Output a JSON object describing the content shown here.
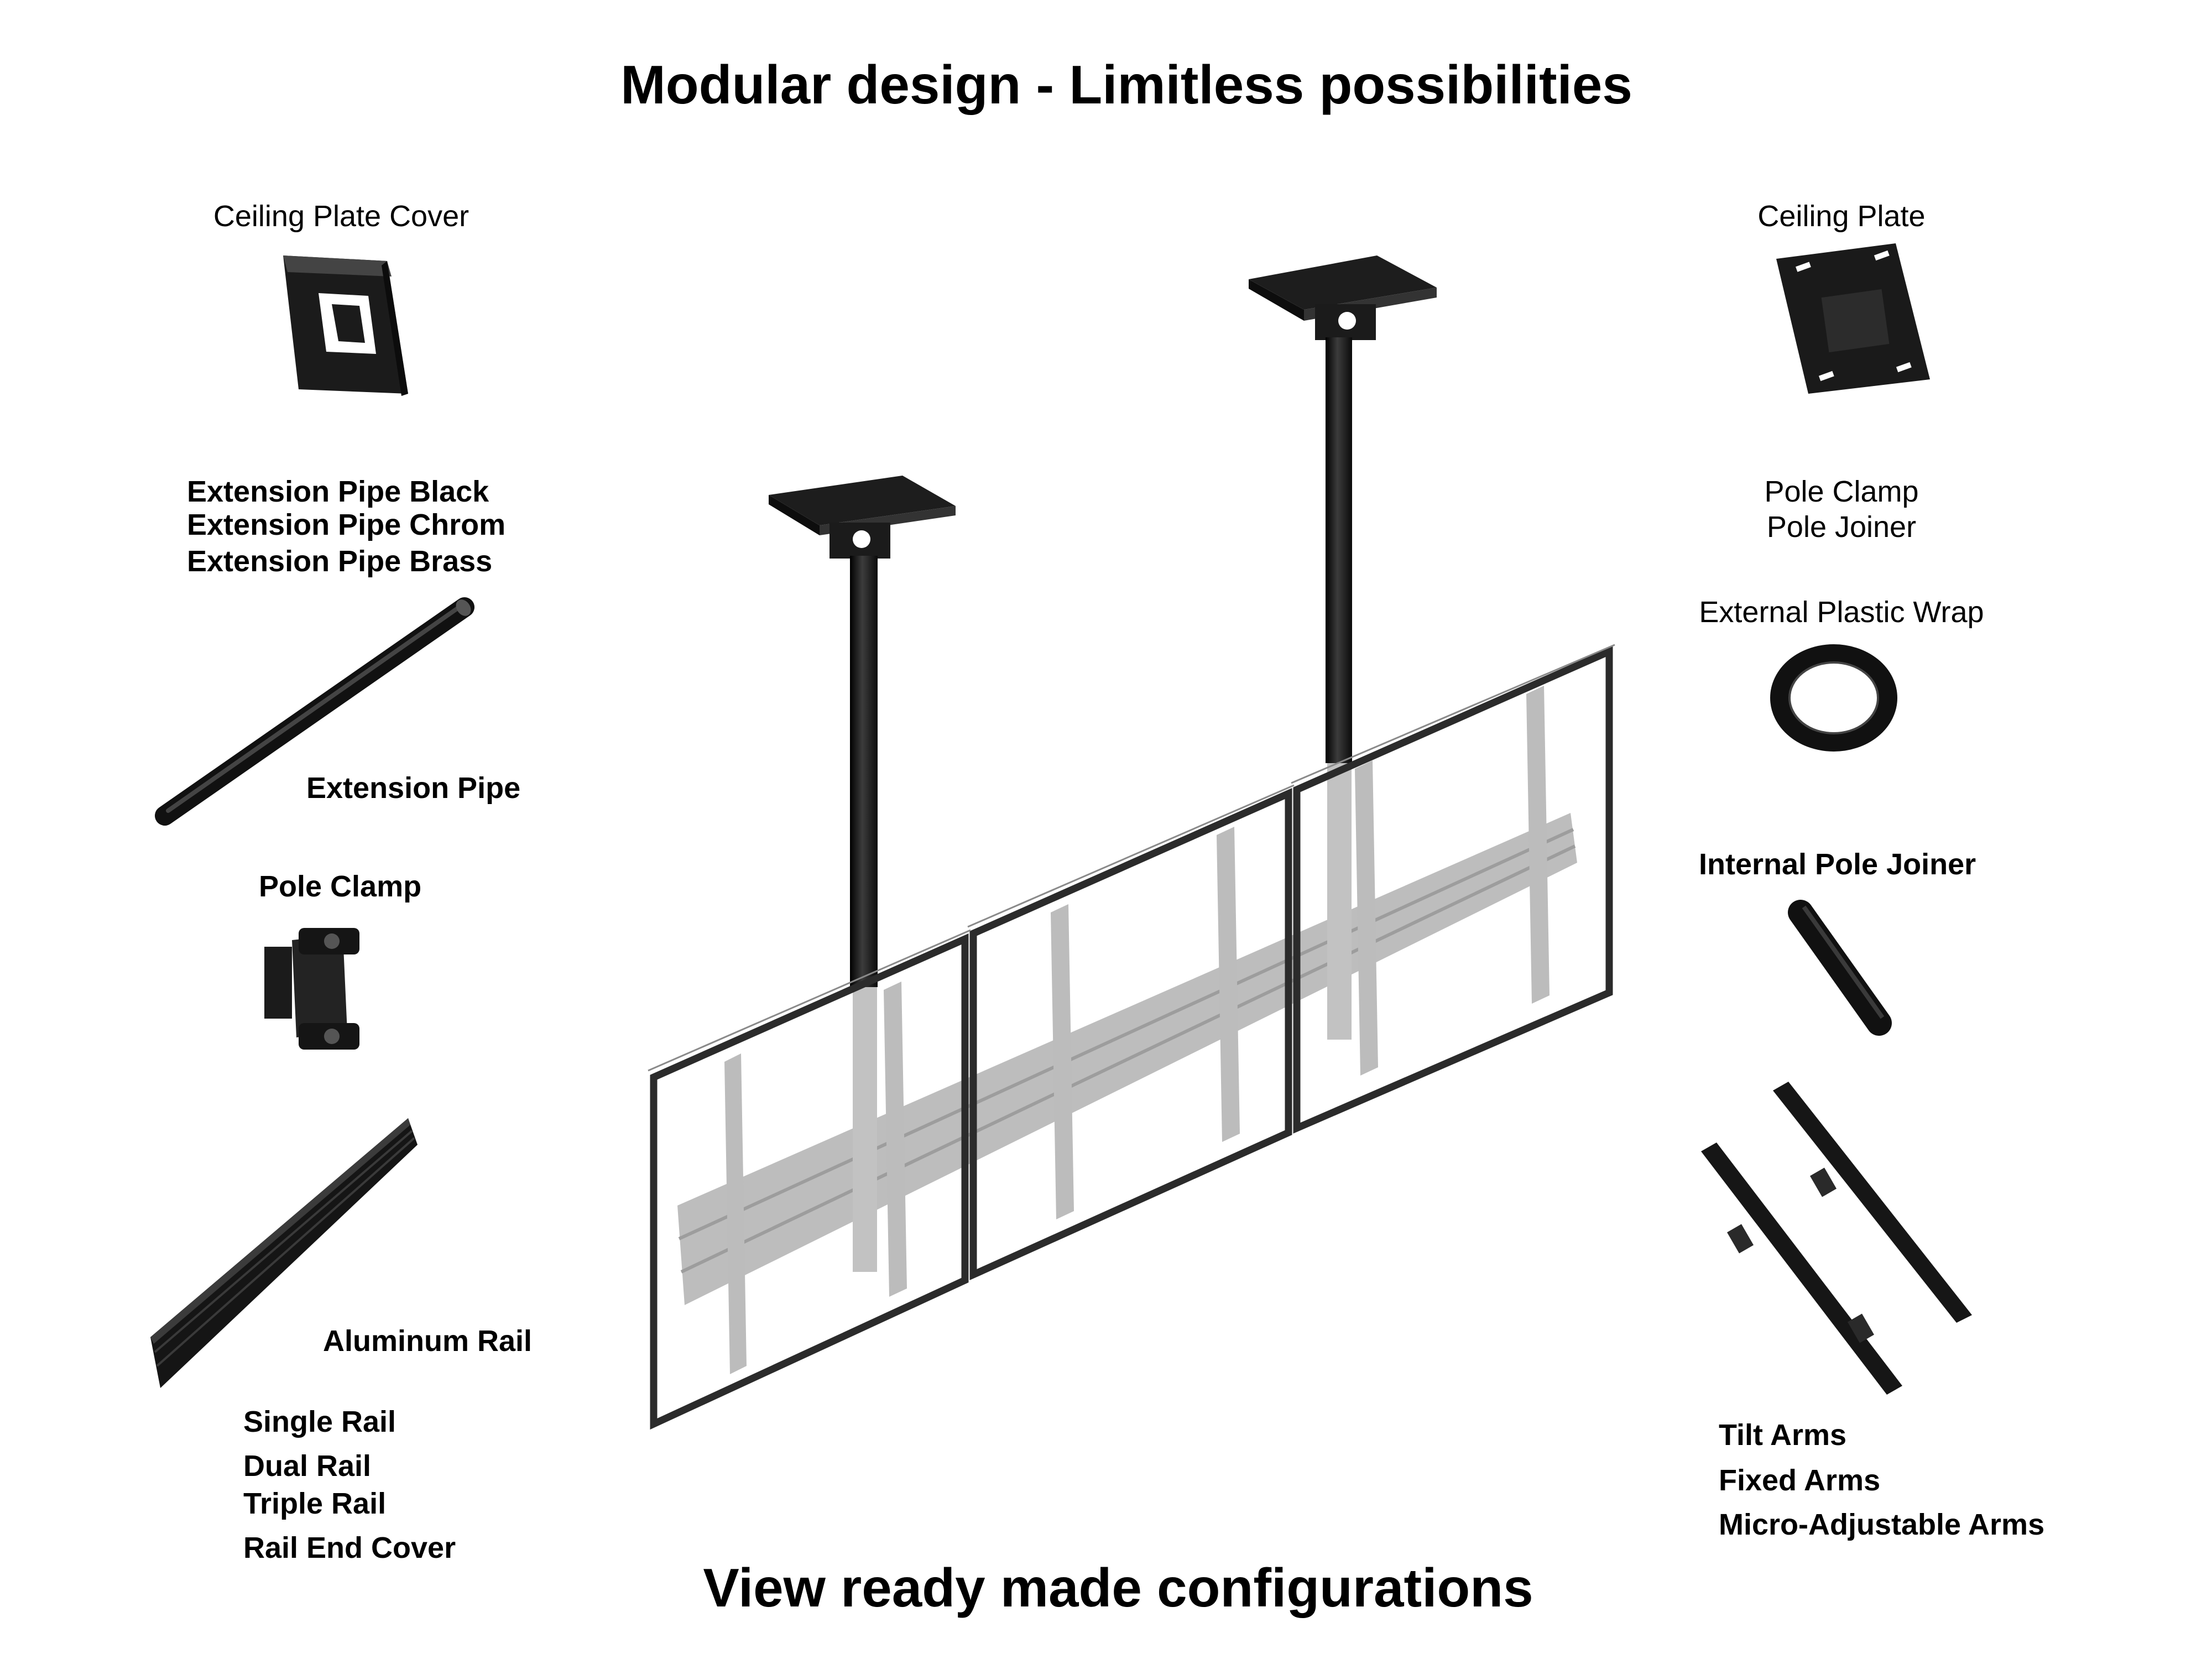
{
  "header": {
    "title": "Modular design - Limitless possibilities"
  },
  "left_parts": {
    "ceiling_plate_cover": "Ceiling Plate Cover",
    "extension_pipe_black": "Extension Pipe Black",
    "extension_pipe_chrom": "Extension Pipe Chrom",
    "extension_pipe_brass": "Extension Pipe Brass",
    "extension_pipe": "Extension Pipe",
    "pole_clamp": "Pole Clamp",
    "aluminum_rail": "Aluminum Rail",
    "single_rail": "Single Rail",
    "dual_rail": "Dual Rail",
    "triple_rail": "Triple Rail",
    "rail_end_cover": "Rail End Cover"
  },
  "right_parts": {
    "ceiling_plate": "Ceiling Plate",
    "pole_clamp": "Pole Clamp",
    "pole_joiner": "Pole Joiner",
    "external_plastic_wrap": "External Plastic Wrap",
    "internal_pole_joiner": "Internal Pole Joiner",
    "tilt_arms": "Tilt Arms",
    "fixed_arms": "Fixed Arms",
    "micro_adjustable_arms": "Micro-Adjustable Arms"
  },
  "footer": {
    "cta": "View ready made configurations"
  },
  "colors": {
    "part": "#1b1b1b",
    "part_light": "#3a3a3a",
    "ghost": "#b9b9b9",
    "frame": "#2a2a2a",
    "background": "#ffffff"
  },
  "icons": [
    "ceiling-plate-cover-icon",
    "extension-pipe-icon",
    "pole-clamp-icon",
    "aluminum-rail-icon",
    "ceiling-plate-icon",
    "plastic-wrap-icon",
    "internal-pole-joiner-icon",
    "tilt-arms-icon",
    "video-wall-mount-illustration"
  ]
}
